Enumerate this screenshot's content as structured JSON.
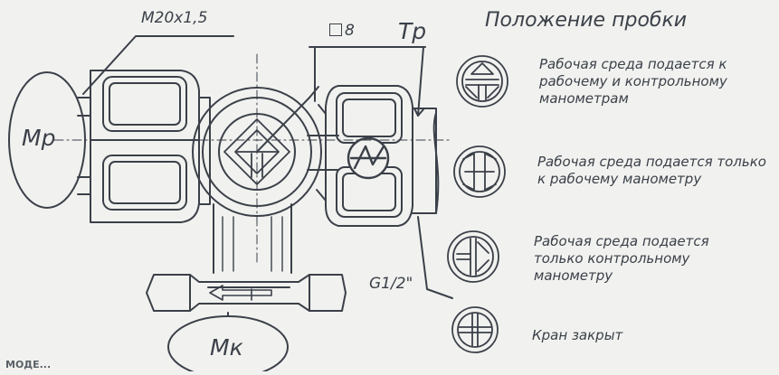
{
  "drawing": {
    "thread_label": "M20x1,5",
    "square_label": "8",
    "tp_label": "Тр",
    "mp_label": "Мр",
    "mk_label": "Мк",
    "g_label": "G1/2\"",
    "footer_label": "МОДЕ..."
  },
  "legend": {
    "heading": "Положение пробки",
    "items": [
      {
        "text": "Рабочая среда подается к рабочему и контрольному манометрам",
        "position": "t-down"
      },
      {
        "text": "Рабочая среда подается только к рабочему манометру",
        "position": "bar-center"
      },
      {
        "text": "Рабочая среда подается только контрольному манометру",
        "position": "t-left"
      },
      {
        "text": "Кран закрыт",
        "position": "cross"
      }
    ]
  }
}
